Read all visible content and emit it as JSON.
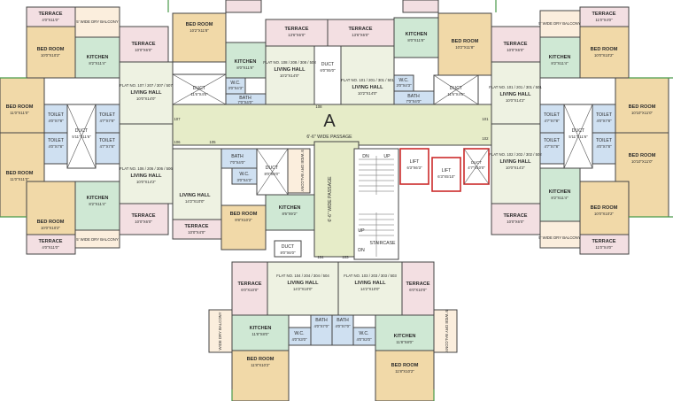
{
  "plan": {
    "wing_letter": "A",
    "colors": {
      "bedroom": "#f1d9a8",
      "terrace": "#f3dfe2",
      "kitchen": "#cfe8d4",
      "toilet": "#cfe0f1",
      "living": "#eef2e2",
      "passage": "#e6ecc8",
      "wall": "#444444",
      "lift": "#cc2b2b",
      "green_line": "#4a9a4a",
      "balcony": "#fbeedd"
    },
    "center": {
      "passage": "6'-6\" WIDE PASSAGE",
      "passage_v": "6'-6\" WIDE PASSAGE",
      "lift1": "LIFT",
      "lift1_size": "6'3\"X6'3\"",
      "lift2": "LIFT",
      "lift2_size": "6'3\"X5'10\"",
      "duct": "DUCT",
      "duct_size": "4'7\"X10'0\"",
      "staircase": "STAIRCASE",
      "dn": "DN",
      "up": "UP",
      "rno1": "103",
      "rno2": "104",
      "rno3": "105",
      "rno4": "106",
      "rno5": "107",
      "rno6": "108",
      "rno7": "101",
      "rno8": "102"
    },
    "top_left": {
      "terrace_top": "TERRACE",
      "terrace_top_size": "4'0\"X11'0\"",
      "balcony": "5' WIDE DRY BALCONY",
      "bedroom": "BED ROOM",
      "bedroom_size": "10'0\"X10'2\"",
      "terrace_right": "TERRACE",
      "terrace_right_size": "10'0\"X6'0\"",
      "kitchen": "KITCHEN",
      "kitchen_size": "8'2\"X11'4\"",
      "flat_no": "FLAT NO. 107 / 207 / 307 / 507",
      "living": "LIVING HALL",
      "living_size": "10'0\"X14'0\"",
      "toilet1": "TOILET",
      "toilet1_size": "4'0\"X7'8\"",
      "toilet2": "TOILET",
      "toilet2_size": "4'7\"X7'8\"",
      "duct": "DUCT",
      "duct_size": "5'11\"X11'6\"",
      "bedroom_left": "BED ROOM",
      "bedroom_left_size": "11'0\"X11'0\""
    },
    "bottom_left": {
      "bedroom_left": "BED ROOM",
      "bedroom_left_size": "11'0\"X11'0\"",
      "toilet1": "TOILET",
      "toilet1_size": "4'0\"X7'8\"",
      "toilet2": "TOILET",
      "toilet2_size": "4'7\"X7'8\"",
      "flat_no": "FLAT NO. 106 / 206 / 306 / 506",
      "living": "LIVING HALL",
      "living_size": "10'0\"X14'2\"",
      "kitchen": "KITCHEN",
      "kitchen_size": "8'2\"X11'4\"",
      "bedroom": "BED ROOM",
      "bedroom_size": "10'0\"X10'2\"",
      "terrace_right": "TERRACE",
      "terrace_right_size": "10'0\"X6'0\"",
      "balcony": "5' WIDE DRY BALCONY",
      "terrace_bottom": "TERRACE",
      "terrace_bottom_size": "4'0\"X11'0\""
    },
    "top_center": {
      "bedroom1": "BED ROOM",
      "bedroom1_size": "10'2\"X11'8\"",
      "terrace1": "TERRACE",
      "terrace1_size": "13'6\"X6'0\"",
      "kitchen1": "KITCHEN",
      "kitchen1_size": "8'0\"X11'8\"",
      "wc1": "W.C.",
      "wc1_size": "3'0\"X4'3\"",
      "bath1": "BATH",
      "bath1_size": "7'0\"X4'0\"",
      "flat1": "FLAT NO. 108 / 208 / 308 / 508",
      "living1": "LIVING HALL",
      "living1_size": "10'2\"X14'0\"",
      "duct1": "DUCT",
      "duct1_size": "11'6\"X4'6\"",
      "duct_mid": "DUCT",
      "duct_mid_size": "6'0\"X5'0\"",
      "terrace2": "TERRACE",
      "terrace2_size": "13'6\"X6'0\"",
      "kitchen2": "KITCHEN",
      "kitchen2_size": "8'0\"X11'8\"",
      "bedroom2": "BED ROOM",
      "bedroom2_size": "10'2\"X11'8\"",
      "flat2": "FLAT NO. 101 / 201 / 301 / 501",
      "living2": "LIVING HALL",
      "living2_size": "10'2\"X14'0\"",
      "wc2": "W.C.",
      "wc2_size": "3'0\"X4'3\"",
      "bath2": "BATH",
      "bath2_size": "7'0\"X4'0\"",
      "duct2": "DUCT",
      "duct2_size": "11'6\"X4'6\""
    },
    "top_right": {
      "terrace_top": "TERRACE",
      "terrace_top_size": "11'0\"X4'0\"",
      "balcony": "5' WIDE DRY BALCONY",
      "bedroom": "BED ROOM",
      "bedroom_size": "10'0\"X10'2\"",
      "terrace_left": "TERRACE",
      "terrace_left_size": "10'0\"X6'0\"",
      "kitchen": "KITCHEN",
      "kitchen_size": "8'2\"X11'4\"",
      "flat_no": "FLAT NO. 101 / 201 / 301 / 501",
      "living": "LIVING HALL",
      "living_size": "10'0\"X14'2\"",
      "toilet1": "TOILET",
      "toilet1_size": "4'7\"X7'8\"",
      "toilet2": "TOILET",
      "toilet2_size": "4'0\"X7'8\"",
      "duct": "DUCT",
      "duct_size": "5'11\"X11'6\"",
      "bedroom_right": "BED ROOM",
      "bedroom_right_size": "10'10\"X11'0\""
    },
    "bottom_right": {
      "toilet1": "TOILET",
      "toilet1_size": "4'7\"X7'8\"",
      "toilet2": "TOILET",
      "toilet2_size": "4'0\"X7'8\"",
      "bedroom_right": "BED ROOM",
      "bedroom_right_size": "10'10\"X11'0\"",
      "flat_no": "FLAT NO. 102 / 202 / 302 / 502",
      "living": "LIVING HALL",
      "living_size": "10'0\"X14'2\"",
      "kitchen": "KITCHEN",
      "kitchen_size": "8'2\"X11'4\"",
      "terrace_left": "TERRACE",
      "terrace_left_size": "10'0\"X6'0\"",
      "bedroom": "BED ROOM",
      "bedroom_size": "10'0\"X10'2\"",
      "balcony": "5' WIDE DRY BALCONY",
      "terrace_bottom": "TERRACE",
      "terrace_bottom_size": "11'0\"X4'0\""
    },
    "center_left_unit": {
      "bath": "BATH",
      "bath_size": "7'0\"X4'0\"",
      "wc": "W.C.",
      "wc_size": "3'0\"X4'3\"",
      "duct": "DUCT",
      "duct_size": "8'0\"X6'0\"",
      "balcony": "5' WIDE DRY BALCONY",
      "living": "LIVING HALL",
      "living_size": "14'2\"X10'0\"",
      "kitchen": "KITCHEN",
      "kitchen_size": "8'6\"X9'2\"",
      "bedroom": "BED ROOM",
      "bedroom_size": "9'8\"X10'2\"",
      "terrace": "TERRACE",
      "terrace_size": "10'0\"X4'0\"",
      "duct2": "DUCT",
      "duct2_size": "8'0\"X6'0\""
    },
    "bottom_center": {
      "terrace1": "TERRACE",
      "terrace1_size": "6'0\"X10'0\"",
      "flat1": "FLAT NO. 104 / 204 / 304 / 504",
      "living1": "LIVING HALL",
      "living1_size": "14'2\"X10'0\"",
      "balcony1": "WIDE DRY BALCONY",
      "kitchen1": "KITCHEN",
      "kitchen1_size": "11'8\"X8'0\"",
      "wc1": "W.C.",
      "wc1_size": "4'0\"X3'0\"",
      "bath1": "BATH",
      "bath1_size": "4'0\"X7'0\"",
      "bedroom1": "BED ROOM",
      "bedroom1_size": "11'8\"X10'2\"",
      "flat2": "FLAT NO. 103 / 203 / 303 / 503",
      "living2": "LIVING HALL",
      "living2_size": "14'2\"X10'0\"",
      "terrace2": "TERRACE",
      "terrace2_size": "6'0\"X10'0\"",
      "bath2": "BATH",
      "bath2_size": "4'0\"X7'0\"",
      "wc2": "W.C.",
      "wc2_size": "4'0\"X3'0\"",
      "kitchen2": "KITCHEN",
      "kitchen2_size": "11'8\"X8'0\"",
      "balcony2": "5' WIDE DRY BALCONY",
      "bedroom2": "BED ROOM",
      "bedroom2_size": "11'8\"X10'2\""
    }
  }
}
